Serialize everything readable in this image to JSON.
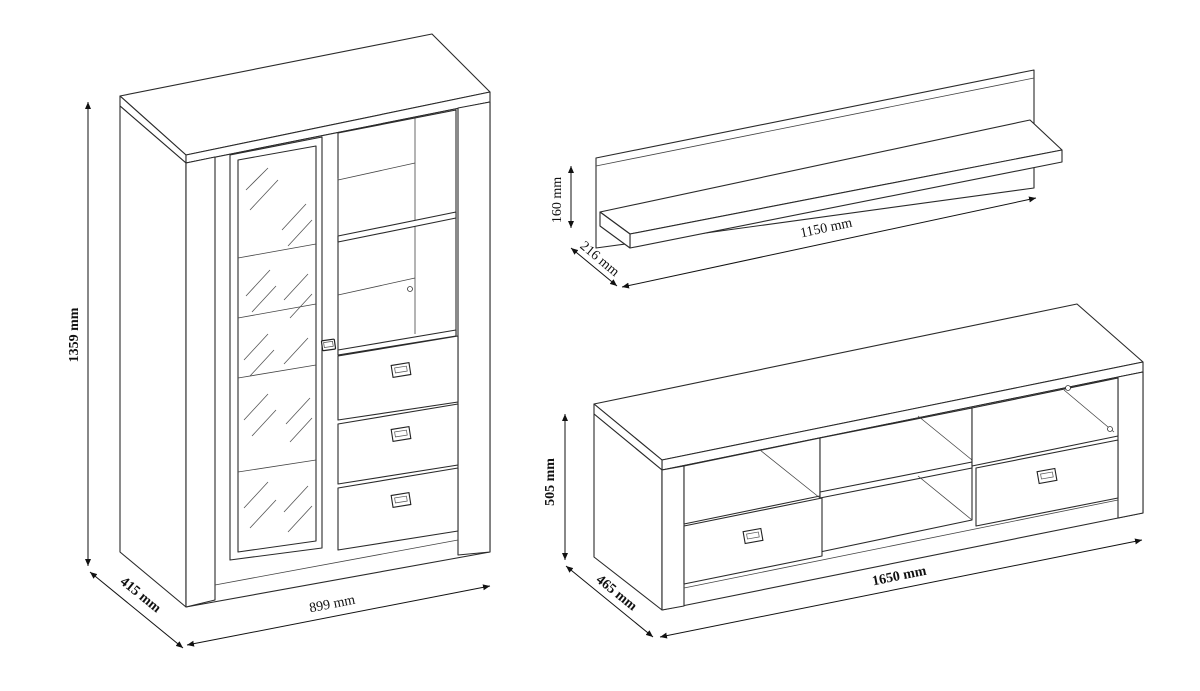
{
  "cabinet": {
    "height_label": "1359 mm",
    "depth_label": "415 mm",
    "width_label": "899 mm"
  },
  "shelf": {
    "height_label": "160 mm",
    "depth_label": "216 mm",
    "width_label": "1150 mm"
  },
  "tv_stand": {
    "height_label": "505 mm",
    "depth_label": "465 mm",
    "width_label": "1650 mm"
  }
}
